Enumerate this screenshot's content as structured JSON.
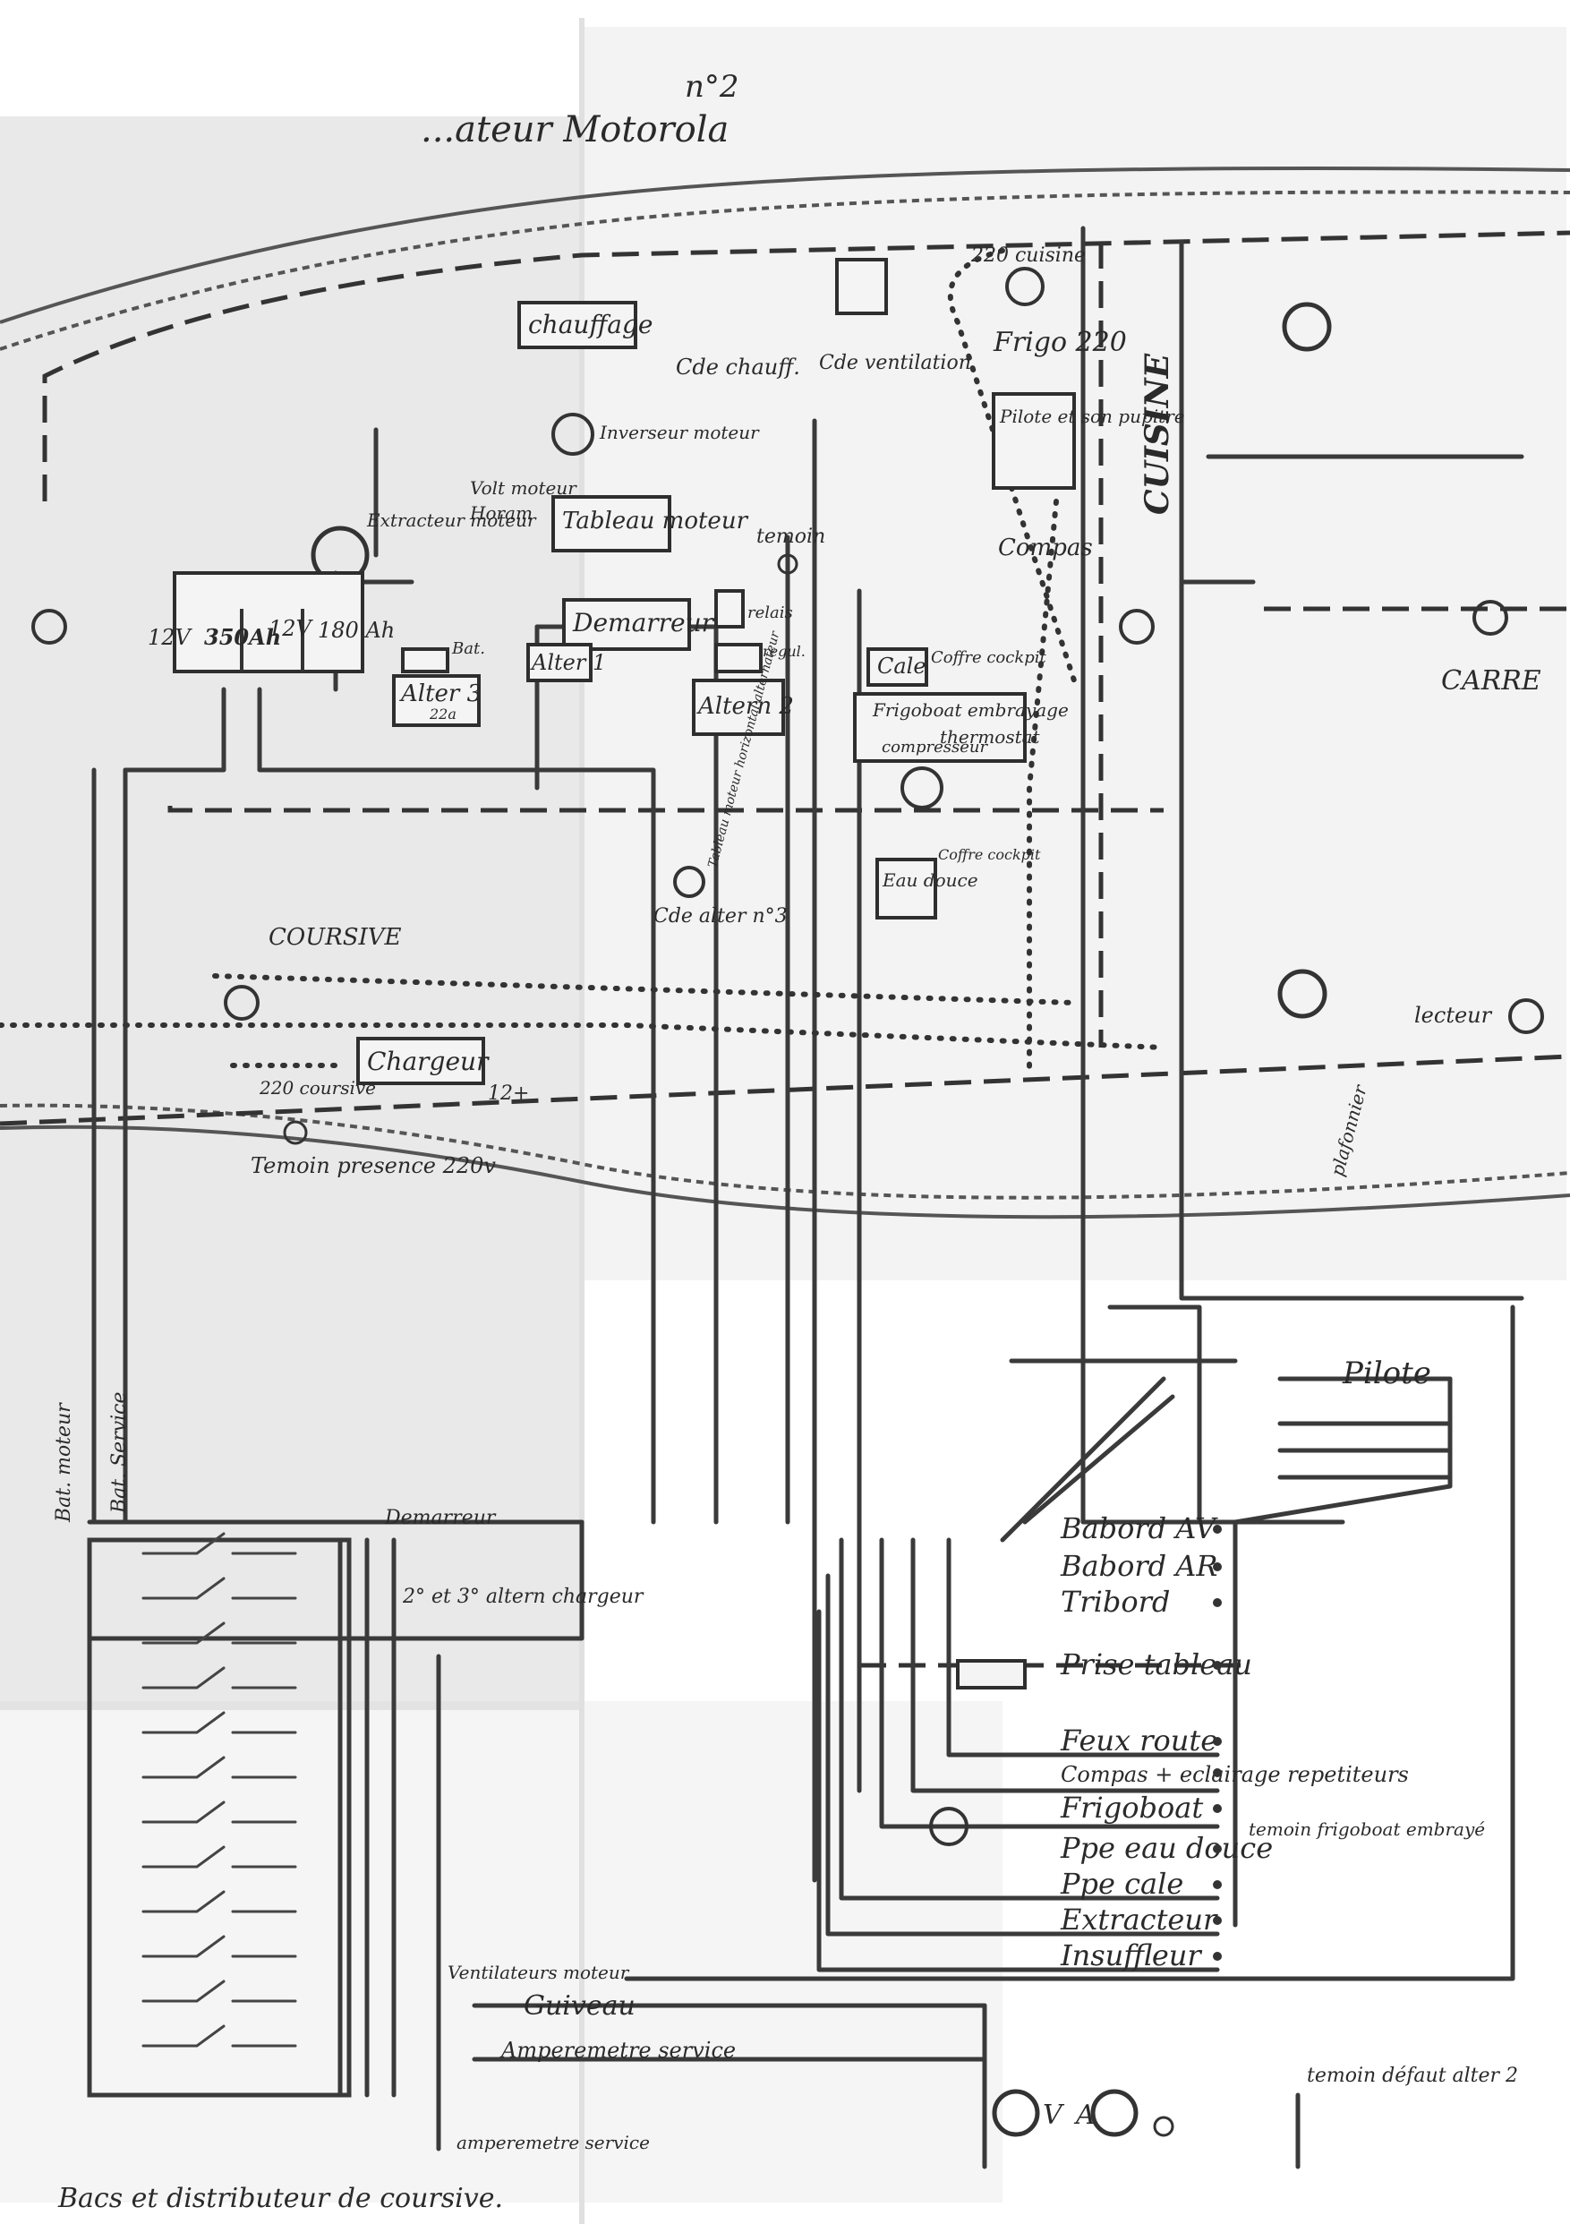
{
  "diagram": {
    "header_fragment": "n°2",
    "header_text": "...ateur Motorola",
    "zones": {
      "cuisine": "CUISINE",
      "carre": "CARRE",
      "coursive": "COURSIVE"
    },
    "components": {
      "chauffage": "chauffage",
      "cde_chauff": "Cde chauff.",
      "cde_ventilation": "Cde ventilation",
      "cuisine_220": "220 cuisine",
      "frigo_220": "Frigo 220",
      "pilote_pupitre": "Pilote et son pupitre",
      "compas": "Compas",
      "inverseur_moteur": "Inverseur moteur",
      "tableau_moteur": "Tableau moteur",
      "volt_moteur": "Volt moteur",
      "horam": "Horam",
      "extracteur_moteur": "Extracteur moteur",
      "temoin": "temoin",
      "relais": "relais",
      "regul": "regul.",
      "demarreur": "Demarreur",
      "alter_1": "Alter 1",
      "alter_2": "Altern 2",
      "alter_3": "Alter 3",
      "alter_3_sub": "22a",
      "bat_label": "Bat.",
      "bat_12v_a": "12V",
      "bat_350": "350Ah",
      "bat_12v_b": "12V",
      "bat_180": "180 Ah",
      "cale": "Cale",
      "coffre_cockpit": "Coffre cockpit",
      "frigoboat_embrayage": "Frigoboat embrayage",
      "thermostat": "thermostat",
      "compresseur": "compresseur",
      "eau_douce": "Eau douce",
      "coffre_cockpit_2": "Coffre cockpit",
      "cde_alter_3": "Cde alter n°3",
      "cde_alter_vertical": "Tableau moteur horizontal alternateur",
      "chargeur": "Chargeur",
      "chargeur_12v": "12+",
      "coursive_220": "220 coursive",
      "temoin_presence_220": "Temoin presence 220v",
      "lecteur": "lecteur",
      "plafonnier": "plafonnier",
      "bat_moteur": "Bat. moteur",
      "bat_service": "Bat. Service",
      "demarreur_sw": "Demarreur",
      "altern_chargeur": "2° et 3° altern chargeur",
      "ventilateurs": "Ventilateurs moteur",
      "guiveau": "Guiveau",
      "amperemetre": "Amperemetre service",
      "amperemetre_2": "amperemetre service",
      "pilote_panel": "Pilote",
      "voltmeter": "V",
      "ammeter": "A",
      "temoin_defaut": "temoin défaut alter 2",
      "temoin_frigoboat": "temoin frigoboat embrayé",
      "caption": "Bacs et distributeur de coursive."
    },
    "panel_circuits": [
      "Babord AV",
      "Babord AR",
      "Tribord",
      "Prise tableau",
      "Feux route",
      "Compas + eclairage repetiteurs",
      "Frigoboat",
      "Ppe eau douce",
      "Ppe cale",
      "Extracteur",
      "Insuffleur"
    ]
  }
}
